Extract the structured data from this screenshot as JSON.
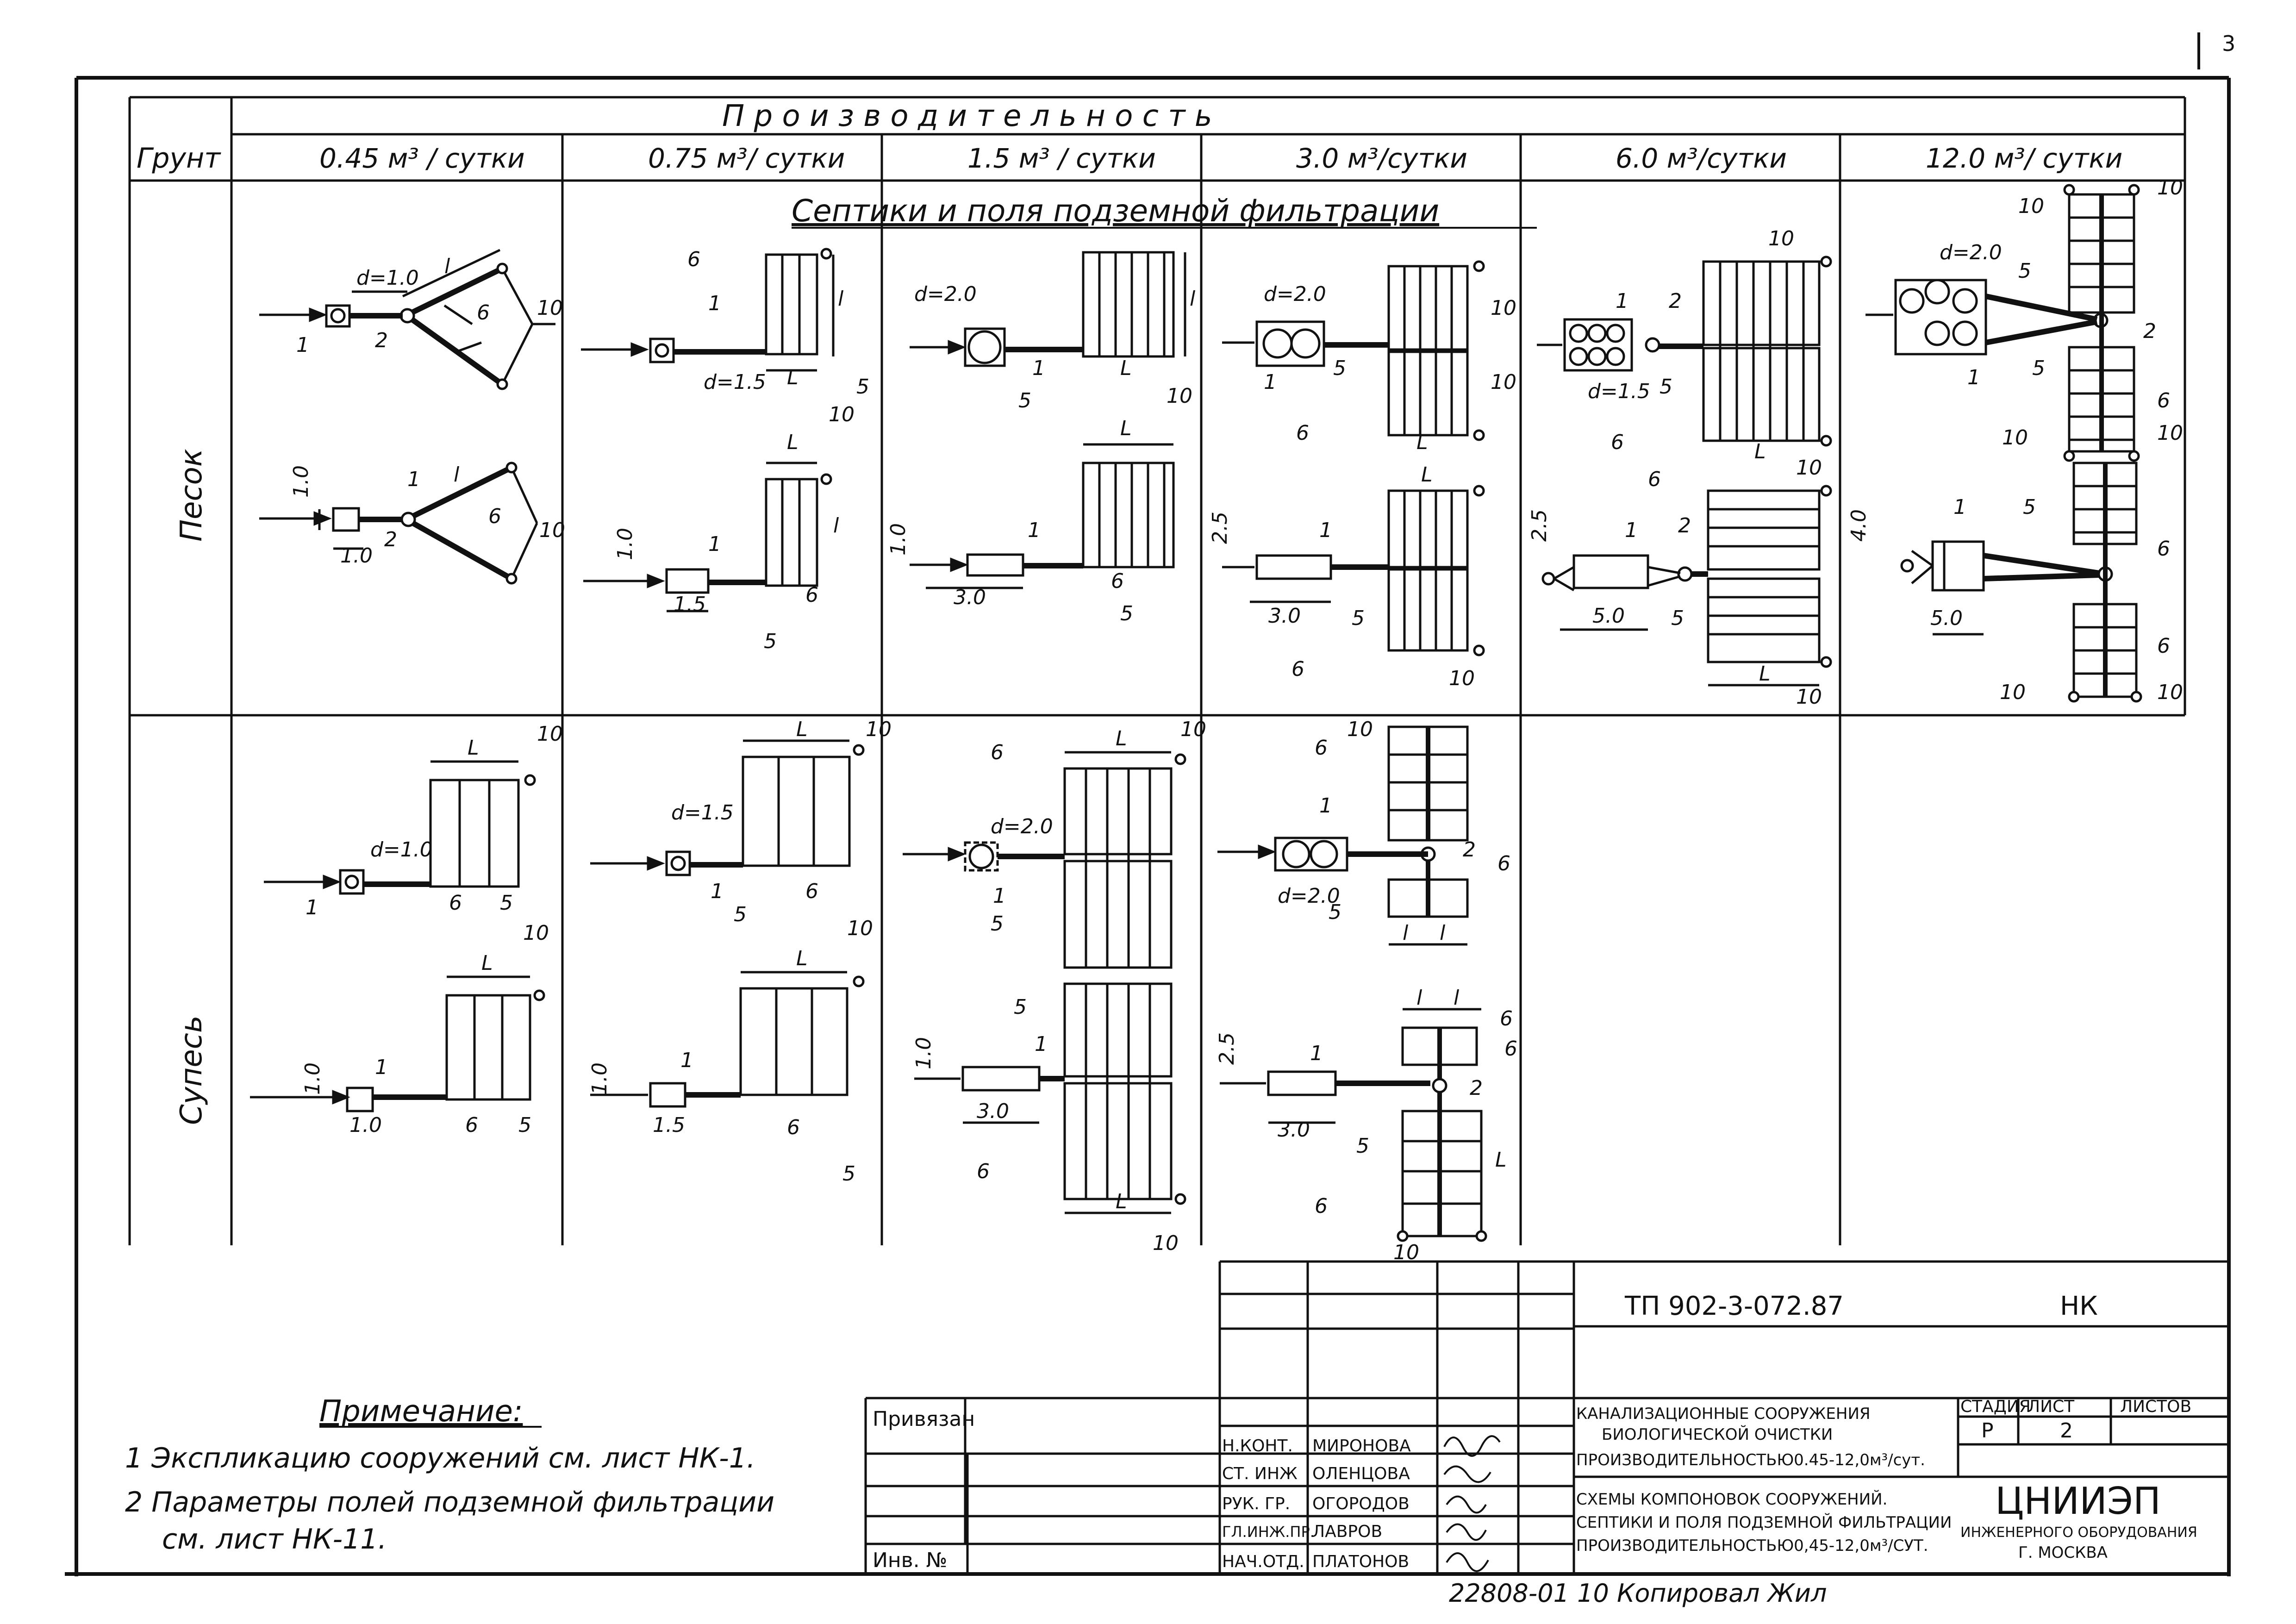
{
  "page_number": "3",
  "header": {
    "productivity_title": "П р о и з в о д и т е л ь н о с т ь",
    "soil_header": "Грунт",
    "columns": [
      "0.45 м³ / сутки",
      "0.75 м³/ сутки",
      "1.5 м³ / сутки",
      "3.0 м³/сутки",
      "6.0 м³/сутки",
      "12.0 м³/ сутки"
    ]
  },
  "section_title": "Септики и поля подземной фильтрации",
  "rows": [
    "Песок",
    "Супесь"
  ],
  "diagram_labels": {
    "d10": "d=1.0",
    "d15": "d=1.5",
    "d20": "d=2.0",
    "l": "l",
    "L": "L",
    "n1": "1",
    "n2": "2",
    "n5": "5",
    "n6": "6",
    "n10": "10",
    "s10": "1.0",
    "s15": "1.5",
    "s25": "2.5",
    "s30": "3.0",
    "s40": "4.0",
    "s50": "5.0"
  },
  "notes": {
    "title": "Примечание:",
    "items": [
      "1  Экспликацию сооружений см. лист НК-1.",
      "2  Параметры полей подземной фильтрации",
      "см. лист НК-11."
    ]
  },
  "title_block": {
    "doc_code": "ТП  902-3-072.87",
    "mark": "НК",
    "privyazan": "Привязан",
    "inv": "Инв. №",
    "roles": [
      "Н.КОНТ.",
      "СТ. ИНЖ",
      "РУК. ГР.",
      "ГЛ.ИНЖ.ПР.",
      "НАЧ.ОТД."
    ],
    "names": [
      "МИРОНОВА",
      "ОЛЕНЦОВА",
      "ОГОРОДОВ",
      "ЛАВРОВ",
      "ПЛАТОНОВ"
    ],
    "project_title": [
      "КАНАЛИЗАЦИОННЫЕ          СООРУЖЕНИЯ",
      "БИОЛОГИЧЕСКОЙ  ОЧИСТКИ",
      "ПРОИЗВОДИТЕЛЬНОСТЬЮ0.45-12,0м³/сут."
    ],
    "sheet_title": [
      "СХЕМЫ  КОМПОНОВОК  СООРУЖЕНИЙ.",
      "СЕПТИКИ И ПОЛЯ ПОДЗЕМНОЙ ФИЛЬТРАЦИИ",
      "ПРОИЗВОДИТЕЛЬНОСТЬЮ0,45-12,0м³/СУТ."
    ],
    "stage_header": "СТАДИЯ",
    "sheet_header": "ЛИСТ",
    "sheets_header": "ЛИСТОВ",
    "stage": "Р",
    "sheet": "2",
    "org": "ЦНИИЭП",
    "org_sub1": "ИНЖЕНЕРНОГО ОБОРУДОВАНИЯ",
    "org_sub2": "Г. МОСКВА"
  },
  "footer_stamp": "22808-01  10  Копировал  Жил"
}
